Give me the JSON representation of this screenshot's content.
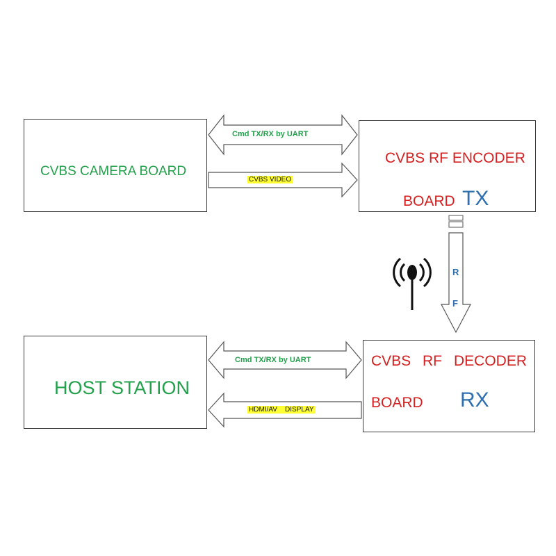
{
  "boxes": {
    "camera_board": {
      "label": "CVBS CAMERA BOARD"
    },
    "encoder": {
      "line1": "CVBS RF ENCODER",
      "line2": "BOARD",
      "suffix": "TX"
    },
    "host_station": {
      "label": "HOST STATION"
    },
    "decoder": {
      "line1_a": "CVBS",
      "line1_b": "RF",
      "line1_c": "DECODER",
      "line2": "BOARD",
      "suffix": "RX"
    }
  },
  "arrows": {
    "top_uart": "Cmd TX/RX by UART",
    "cvbs_video": "CVBS VIDEO",
    "rf_r": "R",
    "rf_f": "F",
    "bottom_uart": "Cmd TX/RX by UART",
    "hdmi_display": "HDMI/AV    DISPLAY"
  },
  "colors": {
    "green_text": "#22a04b",
    "red_text": "#d42020",
    "blue_text": "#2f6fb0",
    "highlight": "#ffff33"
  },
  "icons": {
    "antenna": "antenna-icon"
  }
}
